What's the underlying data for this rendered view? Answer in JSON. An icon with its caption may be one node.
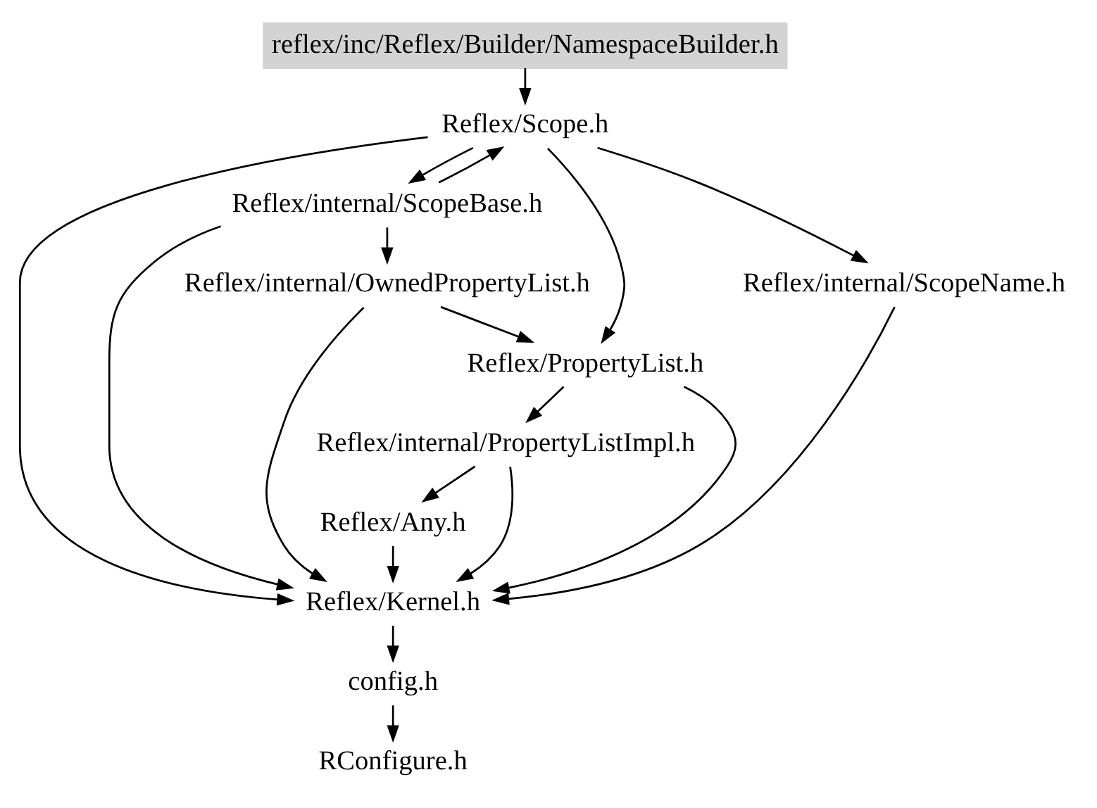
{
  "diagram": {
    "nodes": [
      {
        "text": [
          "reflex/inc/Reflex/Builder/NamespaceBuilder.h"
        ]
      },
      {
        "text": [
          "Reflex/Scope.h"
        ]
      },
      {
        "text": [
          "Reflex/internal/ScopeBase.h"
        ]
      },
      {
        "text": [
          "Reflex/internal/OwnedPropertyList.h"
        ]
      },
      {
        "text": [
          "Reflex/internal/ScopeName.h"
        ]
      },
      {
        "text": [
          "Reflex/PropertyList.h"
        ]
      },
      {
        "text": [
          "Reflex/internal/PropertyListImpl.h"
        ]
      },
      {
        "text": [
          "Reflex/Any.h"
        ]
      },
      {
        "text": [
          "Reflex/Kernel.h"
        ]
      },
      {
        "text": [
          "config.h"
        ]
      },
      {
        "text": [
          "RConfigure.h"
        ]
      }
    ],
    "edges": [
      {
        "from": 0,
        "to": 1,
        "arrow": "to"
      },
      {
        "from": 1,
        "to": 2,
        "arrow": "to"
      },
      {
        "from": 1,
        "to": 8,
        "arrow": "to"
      },
      {
        "from": 1,
        "to": 5,
        "arrow": "to"
      },
      {
        "from": 1,
        "to": 4,
        "arrow": "to"
      },
      {
        "from": 2,
        "to": 1,
        "arrow": "to"
      },
      {
        "from": 2,
        "to": 3,
        "arrow": "to"
      },
      {
        "from": 2,
        "to": 8,
        "arrow": "to"
      },
      {
        "from": 3,
        "to": 5,
        "arrow": "to"
      },
      {
        "from": 3,
        "to": 8,
        "arrow": "to"
      },
      {
        "from": 4,
        "to": 8,
        "arrow": "to"
      },
      {
        "from": 5,
        "to": 6,
        "arrow": "to"
      },
      {
        "from": 5,
        "to": 8,
        "arrow": "to"
      },
      {
        "from": 6,
        "to": 7,
        "arrow": "to"
      },
      {
        "from": 6,
        "to": 8,
        "arrow": "to"
      },
      {
        "from": 7,
        "to": 8,
        "arrow": "to"
      },
      {
        "from": 8,
        "to": 9,
        "arrow": "to"
      },
      {
        "from": 9,
        "to": 10,
        "arrow": "to"
      }
    ]
  }
}
